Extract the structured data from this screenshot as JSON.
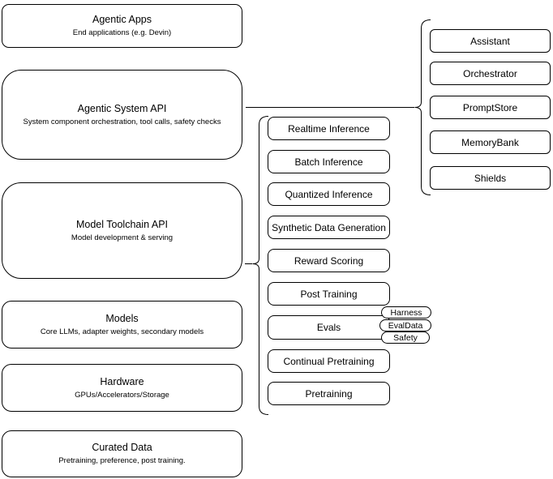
{
  "diagram": {
    "stack": [
      {
        "title": "Agentic Apps",
        "subtitle": "End applications (e.g. Devin)"
      },
      {
        "title": "Agentic System API",
        "subtitle": "System component orchestration, tool calls, safety checks"
      },
      {
        "title": "Model Toolchain API",
        "subtitle": "Model development & serving"
      },
      {
        "title": "Models",
        "subtitle": "Core LLMs, adapter weights, secondary models"
      },
      {
        "title": "Hardware",
        "subtitle": "GPUs/Accelerators/Storage"
      },
      {
        "title": "Curated Data",
        "subtitle": "Pretraining, preference, post training."
      }
    ],
    "toolchain_services": [
      "Realtime Inference",
      "Batch Inference",
      "Quantized Inference",
      "Synthetic Data Generation",
      "Reward Scoring",
      "Post Training",
      "Evals",
      "Continual Pretraining",
      "Pretraining"
    ],
    "eval_tags": [
      "Harness",
      "EvalData",
      "Safety"
    ],
    "system_components": [
      "Assistant",
      "Orchestrator",
      "PromptStore",
      "MemoryBank",
      "Shields"
    ]
  },
  "colors": {
    "border": "#000000",
    "fill": "#ffffff",
    "text": "#000000"
  }
}
